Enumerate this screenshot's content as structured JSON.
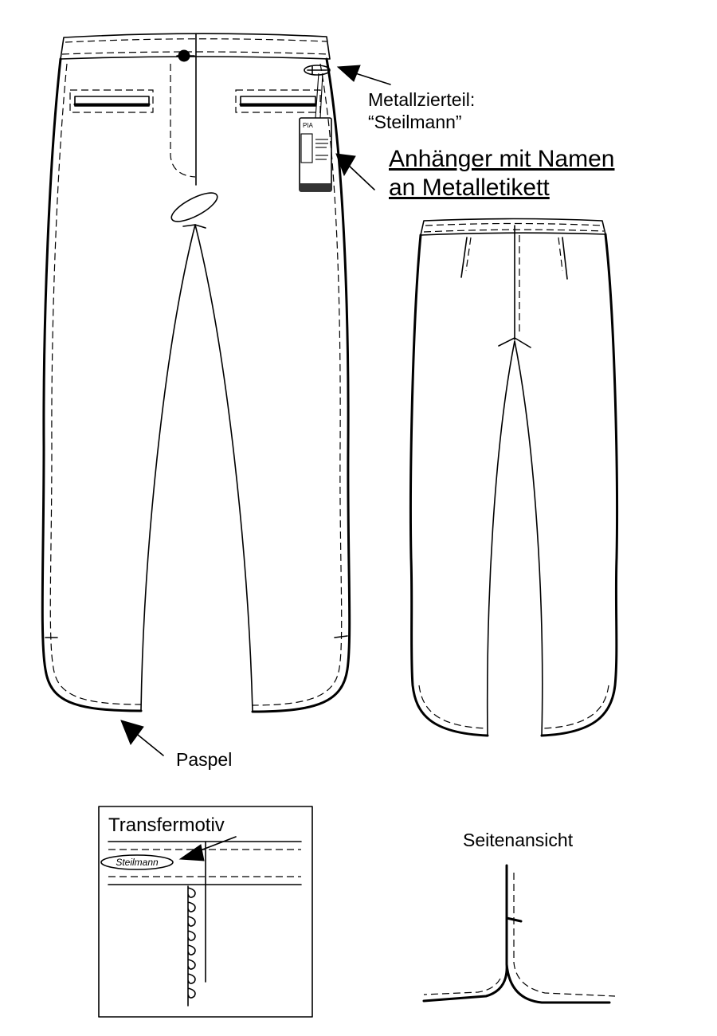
{
  "labels": {
    "metal_part_line1": "Metallzierteil:",
    "metal_part_line2": "“Steilmann”",
    "tag_line1": "Anhänger mit Namen",
    "tag_line2": "an Metalletikett ",
    "piping": "Paspel",
    "transfer_motif": "Transfermotiv",
    "transfer_logo": "Steilmann",
    "side_view": "Seitenansicht"
  },
  "hang_tag": {
    "name": "PIA"
  },
  "colors": {
    "line": "#000000",
    "background": "#ffffff"
  }
}
